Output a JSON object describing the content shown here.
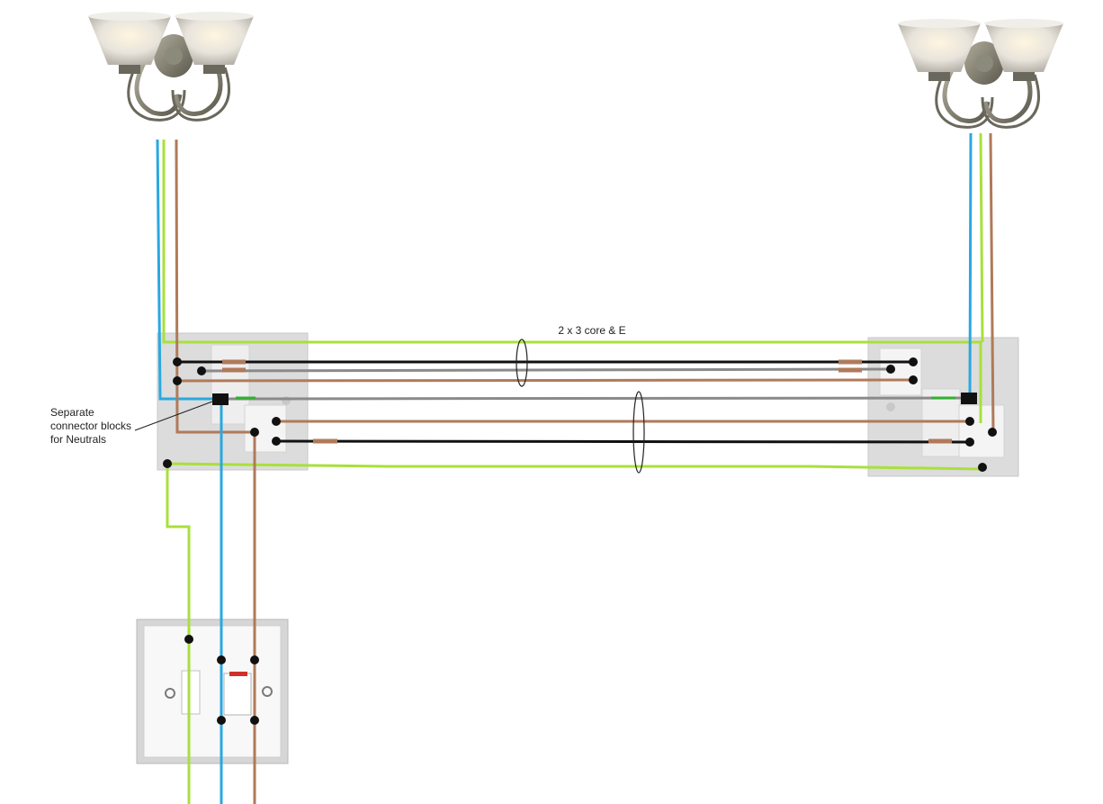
{
  "annotations": {
    "cable_label": "2 x 3 core & E",
    "neutral_note_line1": "Separate",
    "neutral_note_line2": "connector blocks",
    "neutral_note_line3": "for Neutrals"
  },
  "components": {
    "left_light": "wall-light-fitting",
    "right_light": "wall-light-fitting",
    "left_switch": "two-way-switch-plate",
    "right_switch": "two-way-switch-plate",
    "fused_spur": "switched-fused-spur-with-neon"
  },
  "colors": {
    "earth": "#a8e03c",
    "neutral": "#2aa8e0",
    "live": "#b07a5a",
    "strapper_black": "#111111",
    "strapper_grey": "#8a8a8a",
    "plate_bg": "#dcdcdc",
    "green_sleeve": "#30b030"
  }
}
